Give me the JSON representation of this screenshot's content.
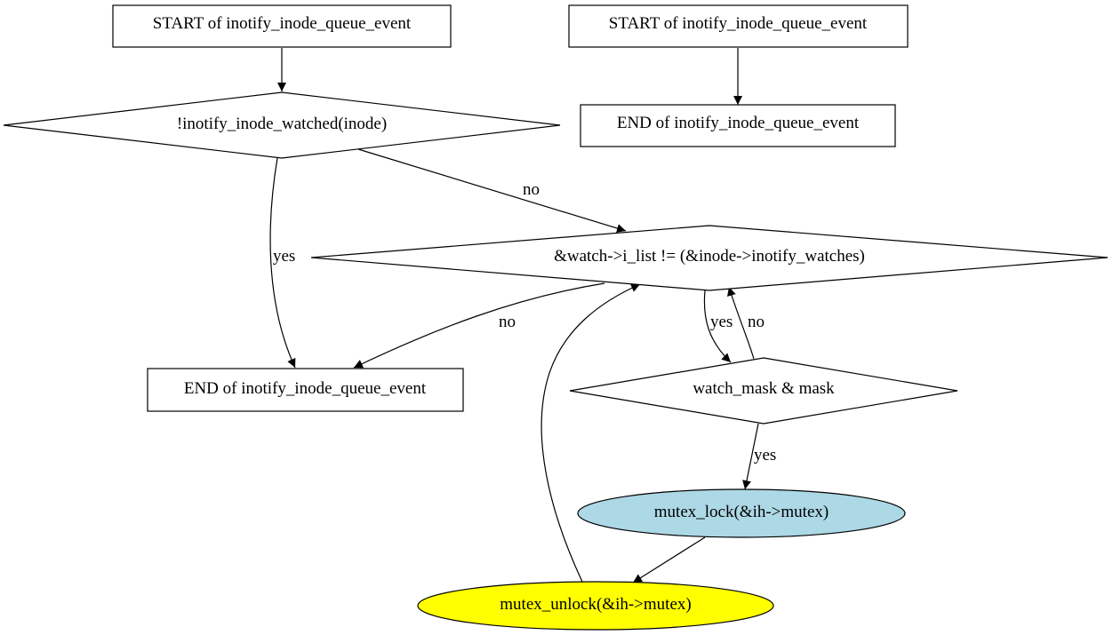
{
  "nodes": {
    "start1": {
      "label": "START of inotify_inode_queue_event",
      "shape": "box",
      "fill": "#ffffff"
    },
    "start2": {
      "label": "START of inotify_inode_queue_event",
      "shape": "box",
      "fill": "#ffffff"
    },
    "end2": {
      "label": "END of inotify_inode_queue_event",
      "shape": "box",
      "fill": "#ffffff"
    },
    "cond_watched": {
      "label": "!inotify_inode_watched(inode)",
      "shape": "diamond",
      "fill": "#ffffff"
    },
    "cond_list": {
      "label": "&watch->i_list != (&inode->inotify_watches)",
      "shape": "diamond",
      "fill": "#ffffff"
    },
    "end1": {
      "label": "END of inotify_inode_queue_event",
      "shape": "box",
      "fill": "#ffffff"
    },
    "cond_mask": {
      "label": "watch_mask & mask",
      "shape": "diamond",
      "fill": "#ffffff"
    },
    "lock": {
      "label": "mutex_lock(&ih->mutex)",
      "shape": "ellipse",
      "fill": "#add8e6"
    },
    "unlock": {
      "label": "mutex_unlock(&ih->mutex)",
      "shape": "ellipse",
      "fill": "#ffff00"
    }
  },
  "edges": {
    "start1_watched": {
      "from": "start1",
      "to": "cond_watched",
      "label": ""
    },
    "start2_end2": {
      "from": "start2",
      "to": "end2",
      "label": ""
    },
    "watched_list": {
      "from": "cond_watched",
      "to": "cond_list",
      "label": "no"
    },
    "watched_end1": {
      "from": "cond_watched",
      "to": "end1",
      "label": "yes"
    },
    "list_end1": {
      "from": "cond_list",
      "to": "end1",
      "label": "no"
    },
    "list_mask": {
      "from": "cond_list",
      "to": "cond_mask",
      "label": "yes"
    },
    "mask_list": {
      "from": "cond_mask",
      "to": "cond_list",
      "label": "no"
    },
    "mask_lock": {
      "from": "cond_mask",
      "to": "lock",
      "label": "yes"
    },
    "lock_unlock": {
      "from": "lock",
      "to": "unlock",
      "label": ""
    },
    "unlock_list": {
      "from": "unlock",
      "to": "cond_list",
      "label": ""
    }
  }
}
